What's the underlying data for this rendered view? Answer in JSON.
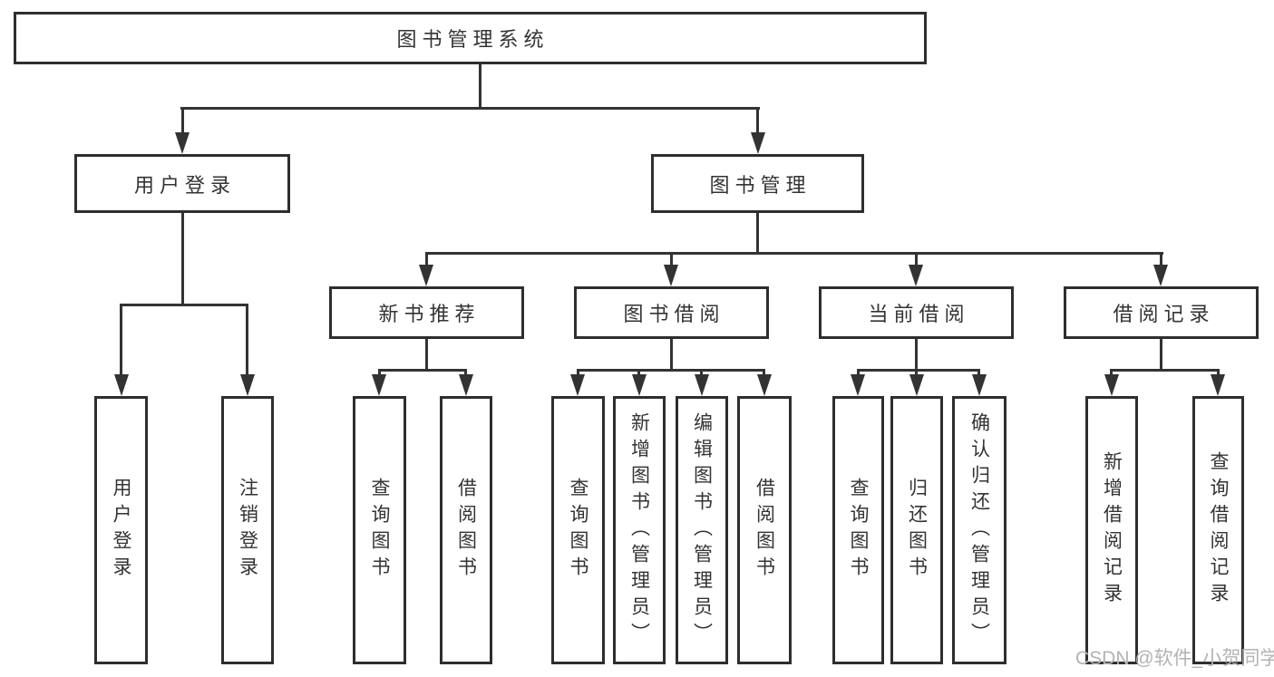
{
  "root": {
    "label": "图书管理系统"
  },
  "branches": [
    {
      "label": "用户登录",
      "children": [
        {
          "label": "用户登录"
        },
        {
          "label": "注销登录"
        }
      ]
    },
    {
      "label": "图书管理",
      "sections": [
        {
          "label": "新书推荐",
          "children": [
            {
              "label": "查询图书"
            },
            {
              "label": "借阅图书"
            }
          ]
        },
        {
          "label": "图书借阅",
          "children": [
            {
              "label": "查询图书"
            },
            {
              "label": "新增图书（管理员）"
            },
            {
              "label": "编辑图书（管理员）"
            },
            {
              "label": "借阅图书"
            }
          ]
        },
        {
          "label": "当前借阅",
          "children": [
            {
              "label": "查询图书"
            },
            {
              "label": "归还图书"
            },
            {
              "label": "确认归还（管理员）"
            }
          ]
        },
        {
          "label": "借阅记录",
          "children": [
            {
              "label": "新增借阅记录"
            },
            {
              "label": "查询借阅记录"
            }
          ]
        }
      ]
    }
  ],
  "watermark": {
    "text": "CSDN @软件_小贺同学"
  },
  "colors": {
    "line": "#333333",
    "box_border": "#2e2e2e",
    "text": "#333333",
    "background": "#ffffff",
    "watermark": "#b3b3b3"
  }
}
